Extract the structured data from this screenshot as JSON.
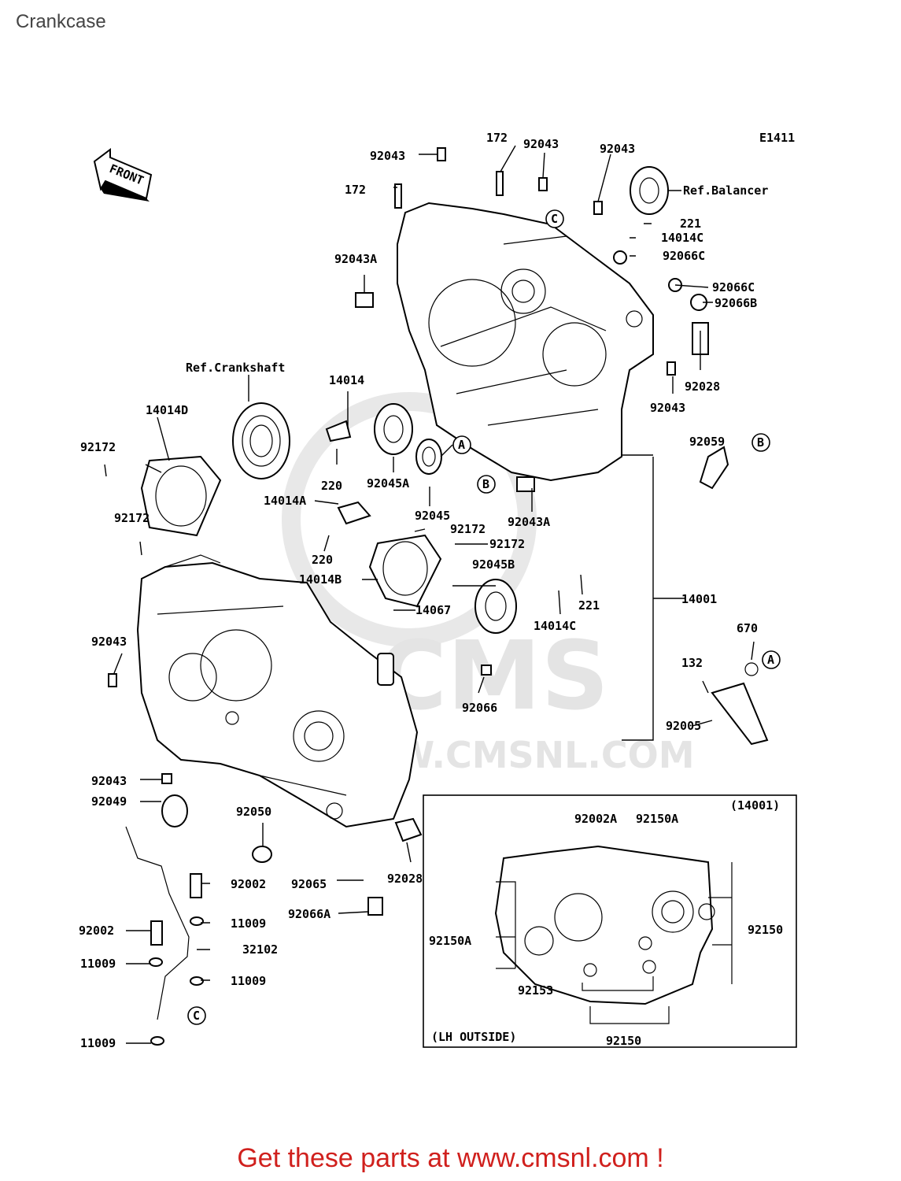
{
  "page": {
    "title": "Crankcase"
  },
  "footer": {
    "text": "Get these parts at www.cmsnl.com !"
  },
  "diagram": {
    "figure_code": "E1411",
    "front_arrow": "FRONT",
    "watermark": {
      "brand": "CMS",
      "url": "WWW.CMSNL.COM"
    },
    "callouts": [
      "A",
      "B",
      "C"
    ],
    "labels": {
      "l_92043_top": "92043",
      "l_172_top": "172",
      "l_92043_top2": "92043",
      "l_92043_top3": "92043",
      "l_172_left": "172",
      "l_ref_balancer": "Ref.Balancer",
      "l_221_top": "221",
      "l_14014c_top": "14014C",
      "l_92066c_1": "92066C",
      "l_92043a_top": "92043A",
      "l_92066c_2": "92066C",
      "l_92066b": "92066B",
      "l_ref_crankshaft": "Ref.Crankshaft",
      "l_14014": "14014",
      "l_92028_right": "92028",
      "l_14014d": "14014D",
      "l_92043_right": "92043",
      "l_92059": "92059",
      "l_92172_1": "92172",
      "l_220_1": "220",
      "l_92045a": "92045A",
      "l_14014a": "14014A",
      "l_92172_2": "92172",
      "l_92045": "92045",
      "l_92043a_mid": "92043A",
      "l_92172_3": "92172",
      "l_92172_4": "92172",
      "l_220_2": "220",
      "l_92045b": "92045B",
      "l_14014b": "14014B",
      "l_221_mid": "221",
      "l_14001": "14001",
      "l_14067": "14067",
      "l_14014c_mid": "14014C",
      "l_670": "670",
      "l_92043_left": "92043",
      "l_132": "132",
      "l_92066": "92066",
      "l_92005": "92005",
      "l_92043_low": "92043",
      "l_92049": "92049",
      "l_92050": "92050",
      "l_14001_inset": "(14001)",
      "l_92002a": "92002A",
      "l_92150a_top": "92150A",
      "l_92002_1": "92002",
      "l_92065": "92065",
      "l_92028_low": "92028",
      "l_11009_1": "11009",
      "l_92066a": "92066A",
      "l_92002_2": "92002",
      "l_92150a_left": "92150A",
      "l_92150_right": "92150",
      "l_32102": "32102",
      "l_11009_2": "11009",
      "l_11009_3": "11009",
      "l_92153": "92153",
      "l_11009_4": "11009",
      "l_lh_outside": "(LH OUTSIDE)",
      "l_92150_bottom": "92150"
    }
  }
}
